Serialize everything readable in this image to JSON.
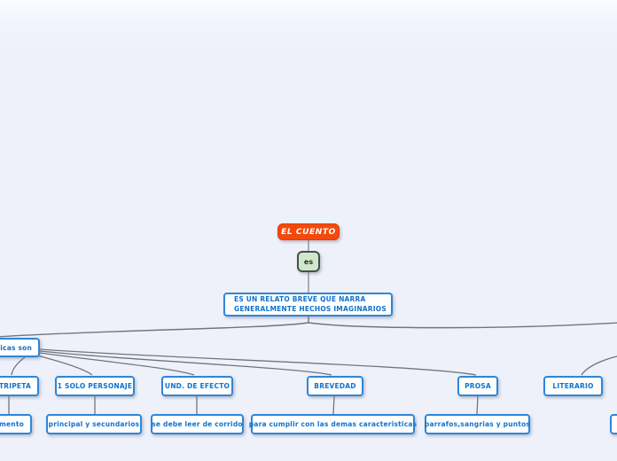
{
  "root": {
    "label": "EL CUENTO"
  },
  "link": {
    "label": "es"
  },
  "definition": {
    "line1": "ES UN RELATO BREVE QUE NARRA",
    "line2": "GENERALMENTE HECHOS IMAGINARIOS"
  },
  "branch_left": {
    "label": "ticas son"
  },
  "categories": [
    {
      "label": "NTRIPETA"
    },
    {
      "label": "1 SOLO PERSONAJE"
    },
    {
      "label": "UND. DE EFECTO"
    },
    {
      "label": "BREVEDAD"
    },
    {
      "label": "PROSA"
    },
    {
      "label": "LITERARIO"
    }
  ],
  "details": [
    {
      "label": "umento"
    },
    {
      "label": "principal y secundarios"
    },
    {
      "label": "se debe leer de corrido"
    },
    {
      "label": "para cumplir con las demas caracteristicas"
    },
    {
      "label": "parrafos,sangrias y puntos"
    },
    {
      "label": ""
    }
  ],
  "colors": {
    "canvas_bg": "#eef1fa",
    "root_fill": "#f4490b",
    "root_text": "#ffffff",
    "node_border": "#2e86d8",
    "node_text": "#1173cd",
    "link_fill": "#cfe8ca",
    "link_border": "#45504b",
    "connector": "#70767e",
    "connector_light": "#aaaeb5"
  }
}
